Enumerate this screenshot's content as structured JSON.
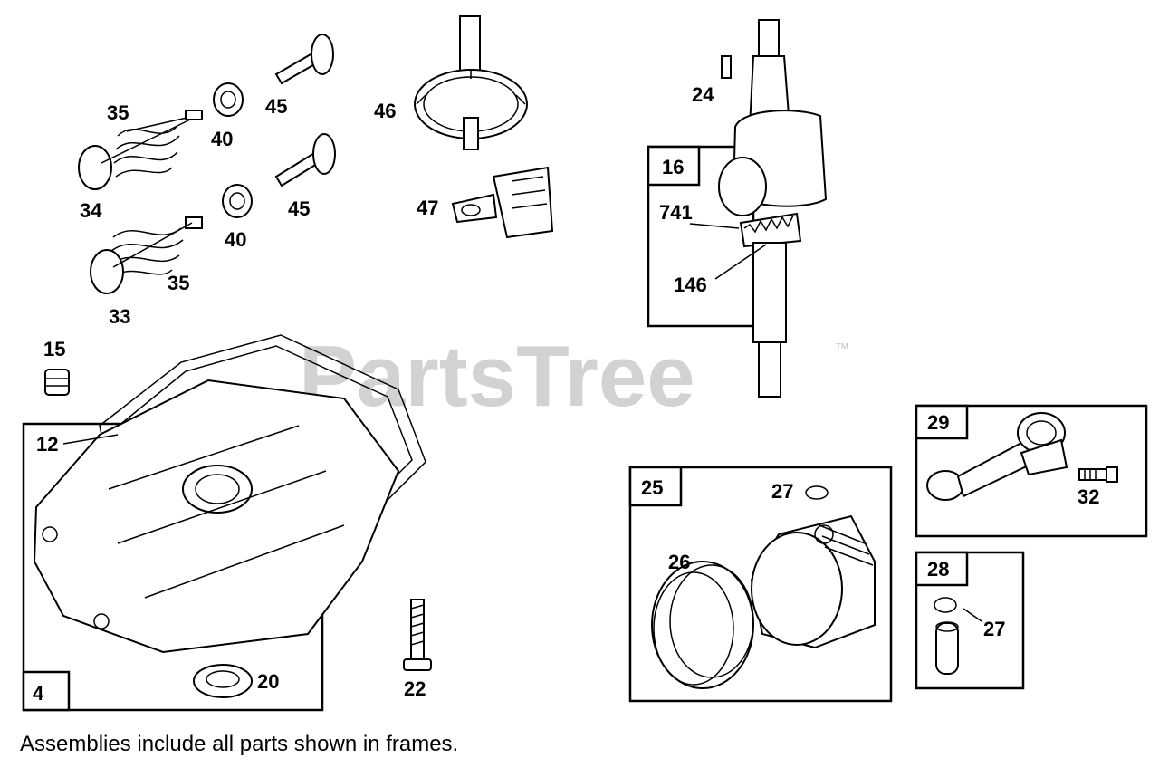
{
  "watermark": {
    "brand": "PartsTree",
    "trademark": "™"
  },
  "labels": {
    "p35a": "35",
    "p40a": "40",
    "p45a": "45",
    "p46": "46",
    "p34": "34",
    "p40b": "40",
    "p45b": "45",
    "p47": "47",
    "p35b": "35",
    "p33": "33",
    "p24": "24",
    "p741": "741",
    "p146": "146",
    "p15": "15",
    "p12": "12",
    "p20": "20",
    "p22": "22",
    "p27a": "27",
    "p26": "26",
    "p32": "32",
    "p27b": "27"
  },
  "frames": {
    "f16": "16",
    "f4": "4",
    "f25": "25",
    "f29": "29",
    "f28": "28"
  },
  "footnote": "Assemblies include all parts shown in frames."
}
